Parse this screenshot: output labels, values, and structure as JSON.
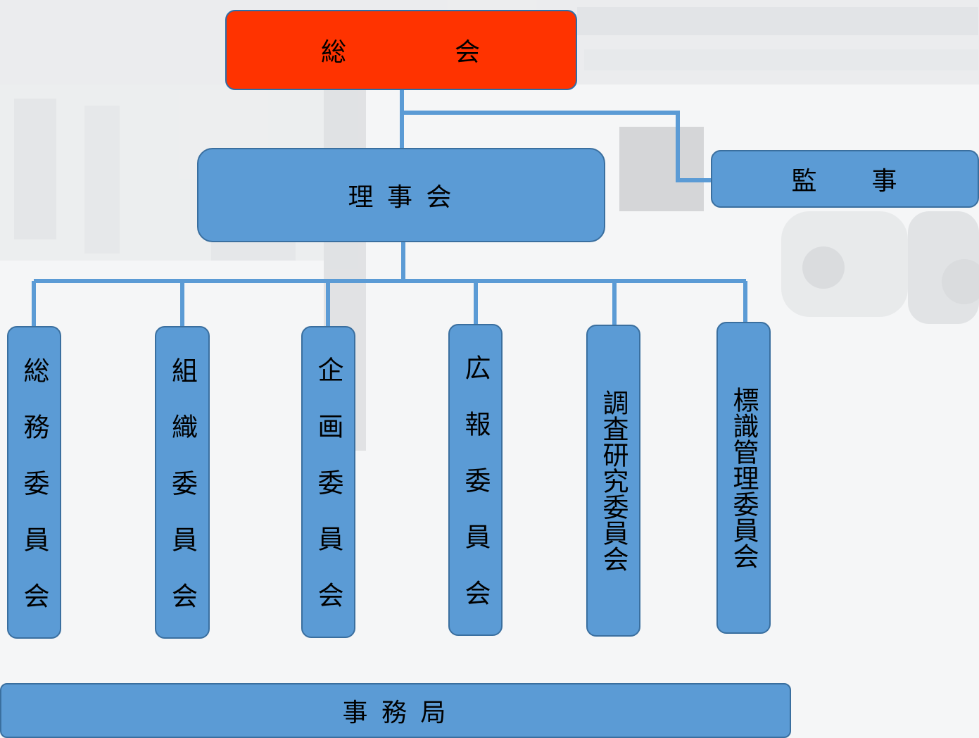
{
  "chart": {
    "top": "総　　　　会",
    "board": "理 事 会",
    "auditor": "監　　事",
    "committees": [
      "総 務 委 員 会",
      "組 織 委 員 会",
      "企 画 委 員 会",
      "広 報 委 員 会",
      "調査研究委員会",
      "標識管理委員会"
    ],
    "secretariat": "事 務 局"
  },
  "colors": {
    "top_fill": "#ff3300",
    "box_fill": "#5b9bd5",
    "box_border": "#3a6f9f",
    "connector": "#5b9bd5"
  }
}
